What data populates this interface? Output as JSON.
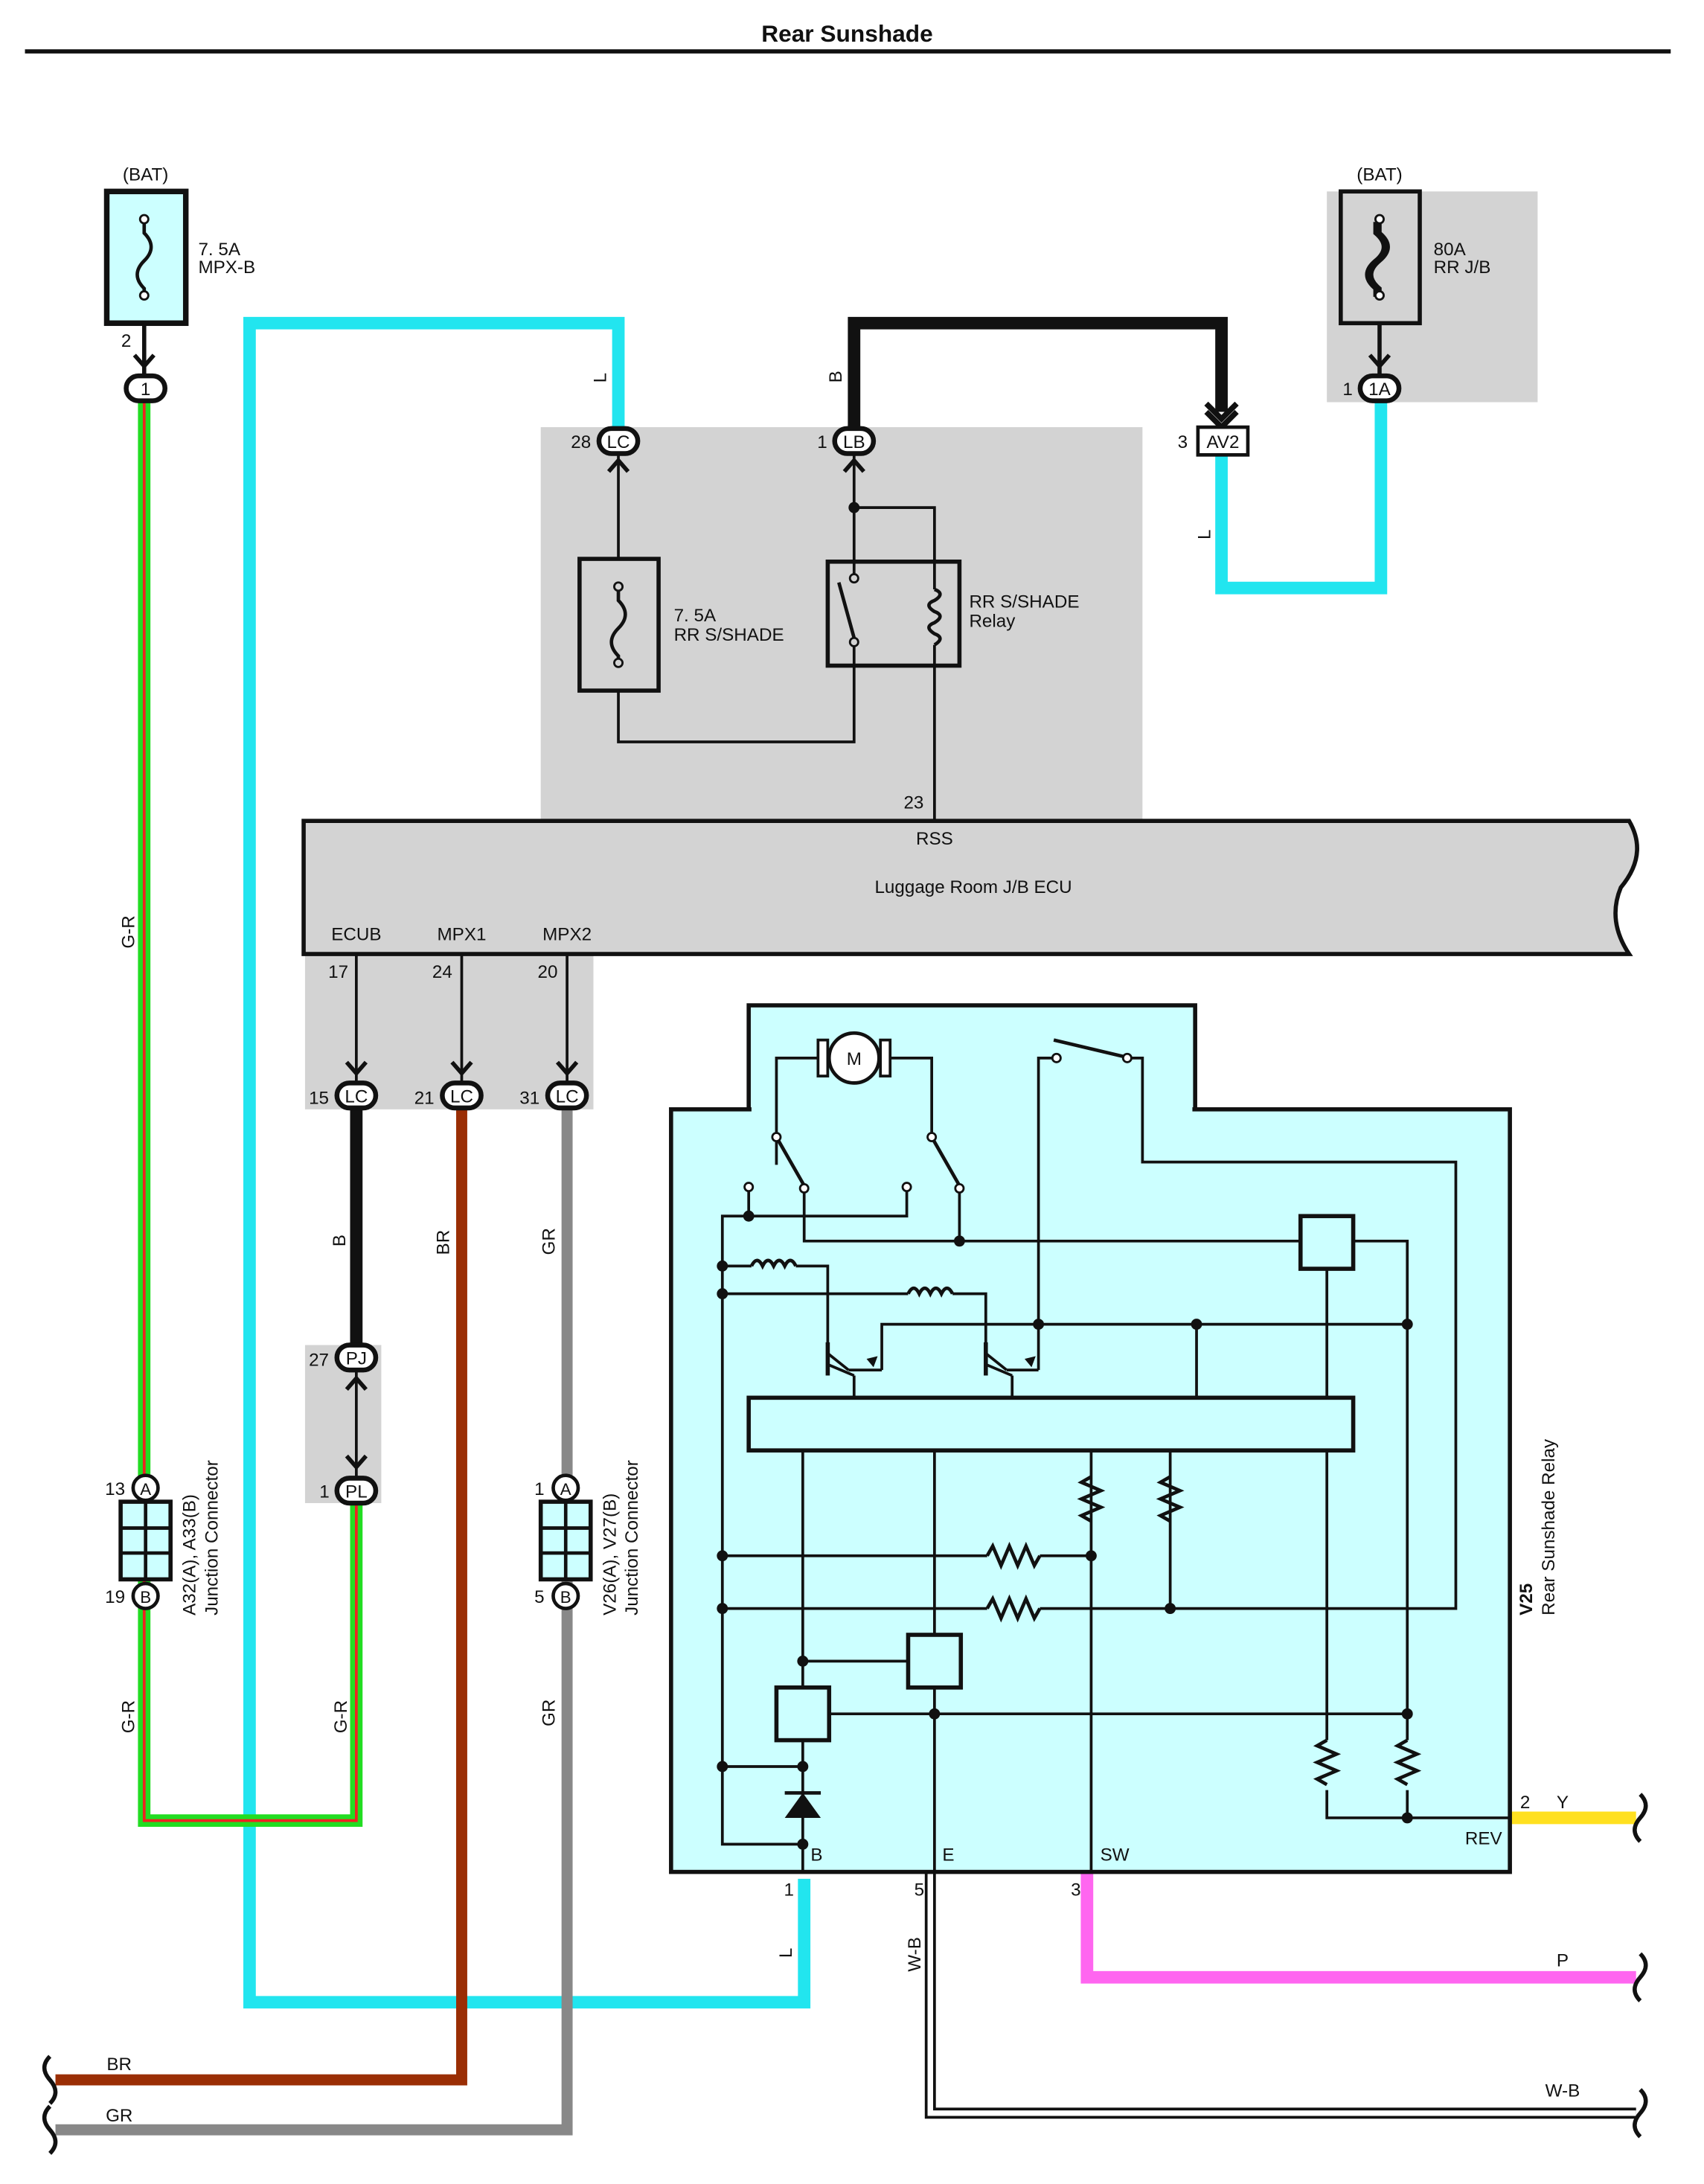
{
  "title": "Rear Sunshade",
  "colors": {
    "L": "#22e5ef",
    "B": "#111111",
    "BR": "#9a2e05",
    "GR": "#888888",
    "Y": "#ffe020",
    "P": "#ff66f0",
    "G": "#22dd22",
    "R": "#ee2222",
    "grey_area": "#d3d3d3",
    "component_fill": "#ccffff"
  },
  "fuses": {
    "left": {
      "source": "(BAT)",
      "rating": "7. 5A",
      "name": "MPX-B",
      "pin": "2",
      "connector": "1"
    },
    "right": {
      "source": "(BAT)",
      "rating": "80A",
      "name": "RR J/B",
      "pin": "1",
      "connector": "1A"
    },
    "inner": {
      "rating": "7. 5A",
      "name": "RR S/SHADE"
    }
  },
  "relay": {
    "line1": "RR S/SHADE",
    "line2": "Relay",
    "pin": "23",
    "terminal": "RSS"
  },
  "connectors": {
    "lc28": {
      "pin": "28",
      "code": "LC"
    },
    "lb1": {
      "pin": "1",
      "code": "LB"
    },
    "av2": {
      "pin": "3",
      "code": "AV2"
    },
    "lc15": {
      "pin": "15",
      "code": "LC"
    },
    "lc21": {
      "pin": "21",
      "code": "LC"
    },
    "lc31": {
      "pin": "31",
      "code": "LC"
    },
    "pj27": {
      "pin": "27",
      "code": "PJ"
    },
    "pl1": {
      "pin": "1",
      "code": "PL"
    }
  },
  "ecu": {
    "name": "Luggage Room J/B ECU",
    "terminals": [
      {
        "name": "ECUB",
        "pin": "17"
      },
      {
        "name": "MPX1",
        "pin": "24"
      },
      {
        "name": "MPX2",
        "pin": "20"
      }
    ]
  },
  "junction_left": {
    "name": "A32(A), A33(B)",
    "desc": "Junction Connector",
    "pinA": "13",
    "pinB": "19",
    "labelA": "A",
    "labelB": "B"
  },
  "junction_right": {
    "name": "V26(A), V27(B)",
    "desc": "Junction Connector",
    "pinA": "1",
    "pinB": "5",
    "labelA": "A",
    "labelB": "B"
  },
  "sunshade_relay": {
    "code": "V25",
    "name": "Rear Sunshade Relay",
    "motor": "M",
    "terminals": [
      {
        "name": "B",
        "pin": "1"
      },
      {
        "name": "E",
        "pin": "5"
      },
      {
        "name": "SW",
        "pin": "3"
      },
      {
        "name": "REV",
        "pin": "2"
      }
    ]
  },
  "wire_labels": {
    "gr_left": "G-R",
    "gr_junction_left": "G-R",
    "gr_pl": "G-R",
    "l_top": "L",
    "b_top": "B",
    "l_av2": "L",
    "b_vertical": "B",
    "br_vertical": "BR",
    "gr_vertical": "GR",
    "gr_junction_right": "GR",
    "l_bottom": "L",
    "wb_vertical": "W-B",
    "y_right": "Y",
    "p_right": "P",
    "wb_right": "W-B",
    "br_bottom": "BR",
    "gr_bottom": "GR"
  }
}
